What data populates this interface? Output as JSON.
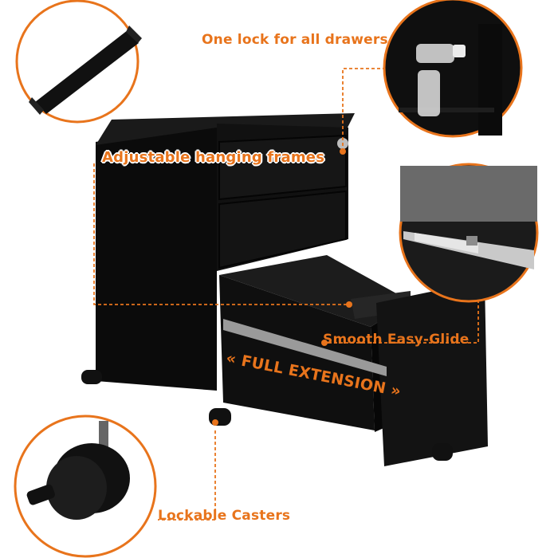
{
  "scene": {
    "accent_color": "#e8741c",
    "cabinet_color": "#0e0e0e",
    "background_color": "#ffffff"
  },
  "callouts": {
    "lock": {
      "label": "One lock for all drawers",
      "icon": "lock-key-icon"
    },
    "frames": {
      "label": "Adjustable hanging frames",
      "icon": "hanging-rail-icon"
    },
    "glide": {
      "label": "Smooth Easy-Glide",
      "icon": "drawer-slide-icon"
    },
    "extension": {
      "prefix": "«",
      "label": "FULL EXTENSION",
      "suffix": "»"
    },
    "casters": {
      "label": "Lockable Casters",
      "icon": "caster-wheel-icon"
    }
  }
}
